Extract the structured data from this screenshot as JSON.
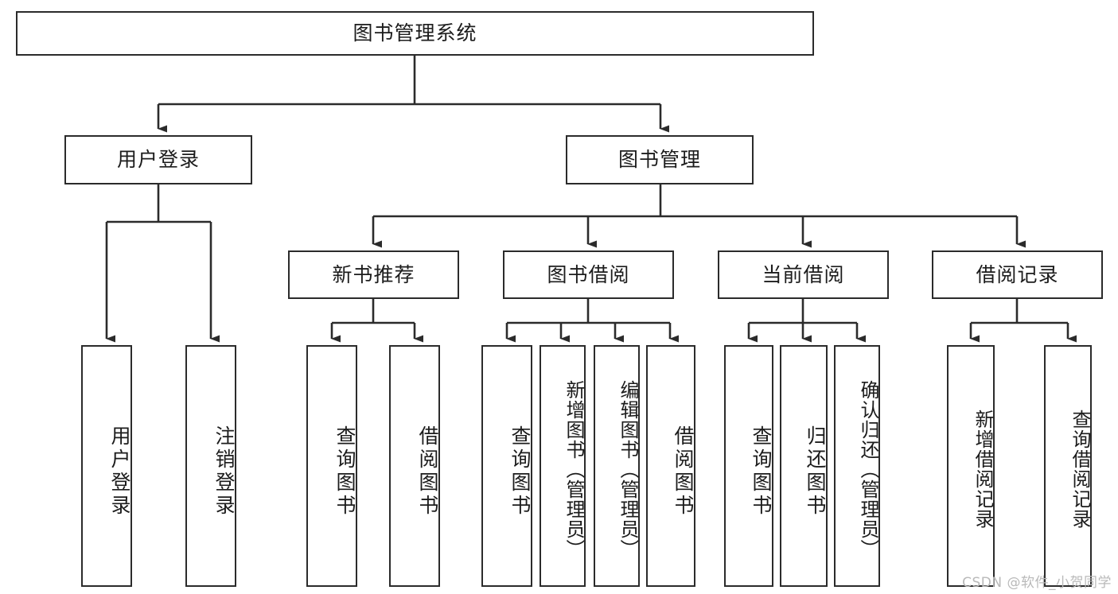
{
  "diagram": {
    "title": "图书管理系统",
    "type": "tree",
    "colors": {
      "box_border": "#2b2b2b",
      "box_fill": "#ffffff",
      "connector": "#2b2b2b",
      "text": "#1c1c1c",
      "watermark": "#b9b9b9",
      "background": "#ffffff"
    },
    "root": {
      "label": "图书管理系统"
    },
    "level2": [
      {
        "label": "用户登录"
      },
      {
        "label": "图书管理"
      }
    ],
    "level3": [
      {
        "label": "新书推荐"
      },
      {
        "label": "图书借阅"
      },
      {
        "label": "当前借阅"
      },
      {
        "label": "借阅记录"
      }
    ],
    "leaves": {
      "user_login": [
        {
          "label": "用户登录"
        },
        {
          "label": "注销登录"
        }
      ],
      "new_book": [
        {
          "label": "查询图书"
        },
        {
          "label": "借阅图书"
        }
      ],
      "book_borrow": [
        {
          "label": "查询图书"
        },
        {
          "label": "新增图书（管理员）"
        },
        {
          "label": "编辑图书（管理员）"
        },
        {
          "label": "借阅图书"
        }
      ],
      "current_borrow": [
        {
          "label": "查询图书"
        },
        {
          "label": "归还图书"
        },
        {
          "label": "确认归还（管理员）"
        }
      ],
      "borrow_record": [
        {
          "label": "新增借阅记录"
        },
        {
          "label": "查询借阅记录"
        }
      ]
    },
    "watermark": "CSDN @软件_小贺同学"
  }
}
